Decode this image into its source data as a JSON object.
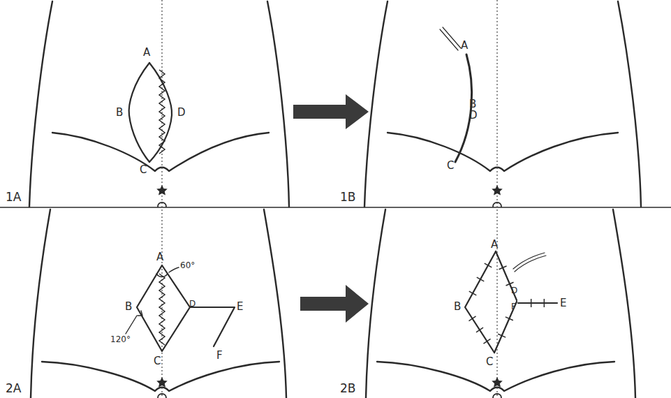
{
  "diagram": {
    "labels": [
      "A",
      "B",
      "D",
      "C",
      "1A",
      "A",
      "B",
      "D",
      "C",
      "1B",
      "A",
      "60°",
      "B",
      "D",
      "E",
      "120°",
      "F",
      "C",
      "2A",
      "A",
      "B",
      "D",
      "F",
      "E",
      "C",
      "2B"
    ]
  }
}
